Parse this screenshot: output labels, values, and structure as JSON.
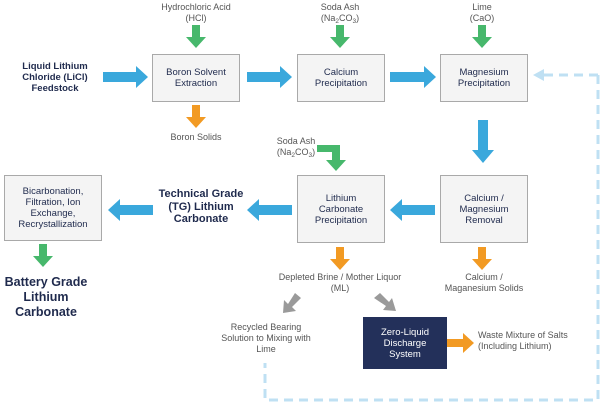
{
  "colors": {
    "blue_arrow": "#3aa8dc",
    "green_arrow": "#47b86c",
    "orange_arrow": "#f29a23",
    "gray_arrow": "#9a9a9a",
    "recycle_dash": "#bfe0f3",
    "box_fill": "#f4f4f4",
    "dark_box_fill": "#23305a"
  },
  "boxes": {
    "boron_solvent_extraction": "Boron Solvent Extraction",
    "calcium_precipitation": "Calcium Precipitation",
    "magnesium_precipitation": "Magnesium Precipitation",
    "calcium_magnesium_removal": "Calcium / Magnesium Removal",
    "lithium_carbonate_precipitation": "Lithium Carbonate Precipitation",
    "bicarbonation": "Bicarbonation, Filtration, Ion Exchange, Recrystallization",
    "zero_liquid_discharge": "Zero-Liquid Discharge System"
  },
  "inputs": {
    "feedstock": "Liquid Lithium Chloride (LiCl) Feedstock",
    "hcl_name": "Hydrochloric Acid",
    "hcl_formula": "(HCl)",
    "soda_ash_1_name": "Soda Ash",
    "soda_ash_1_formula_a": "(Na",
    "soda_ash_1_formula_sub1": "2",
    "soda_ash_1_formula_b": "CO",
    "soda_ash_1_formula_sub2": "3",
    "soda_ash_1_formula_c": ")",
    "lime_name": "Lime",
    "lime_formula": "(CaO)",
    "soda_ash_2_name": "Soda Ash",
    "soda_ash_2_formula_a": "(Na",
    "soda_ash_2_formula_sub1": "2",
    "soda_ash_2_formula_b": "CO",
    "soda_ash_2_formula_sub2": "3",
    "soda_ash_2_formula_c": ")"
  },
  "outputs": {
    "boron_solids": "Boron Solids",
    "calcium_magnesium_solids": "Calcium / Maganesium Solids",
    "depleted_brine": "Depleted Brine / Mother Liquor (ML)",
    "recycled_bearing": "Recycled Bearing Solution to Mixing with Lime",
    "waste_mixture": "Waste Mixture of Salts (Including Lithium)",
    "technical_grade": "Technical Grade (TG) Lithium Carbonate",
    "battery_grade": "Battery Grade Lithium Carbonate"
  }
}
